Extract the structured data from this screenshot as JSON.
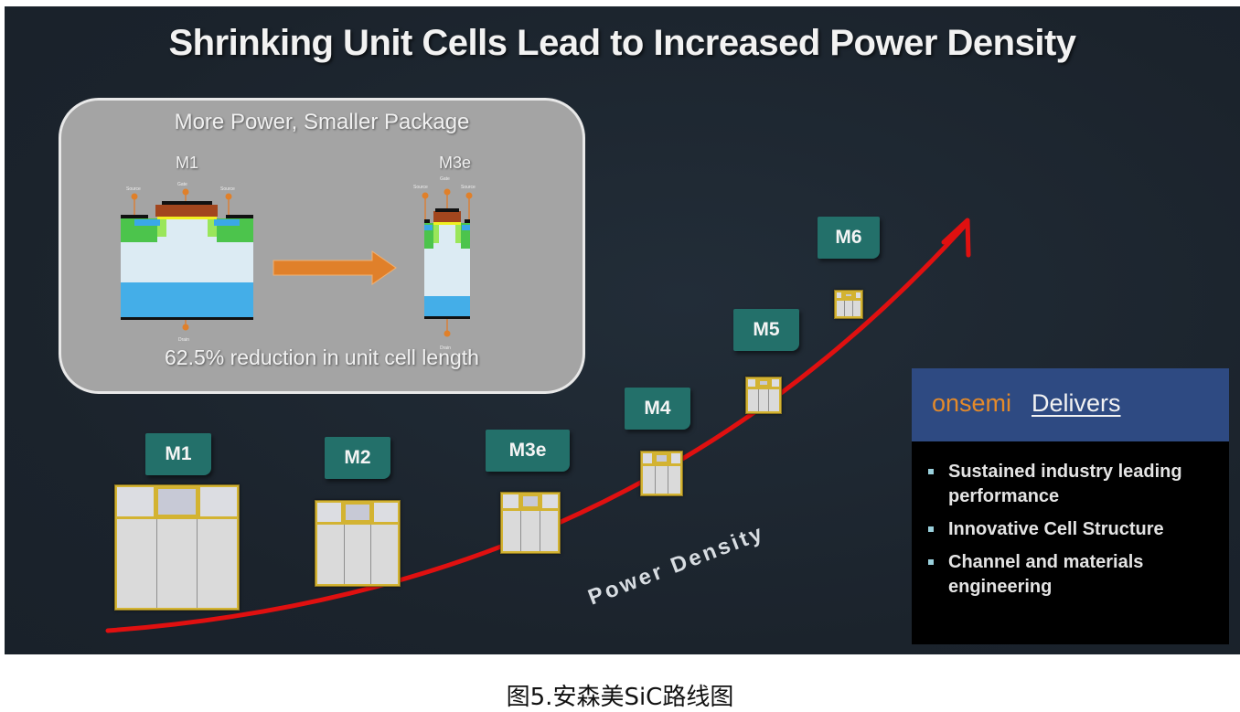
{
  "slide": {
    "title": "Shrinking Unit Cells Lead to Increased Power Density",
    "inset_panel": {
      "title": "More Power, Smaller Package",
      "left_cell": {
        "label": "M1",
        "terminals": {
          "gate": "Gate",
          "source_left": "Source",
          "source_right": "Source",
          "drain": "Drain"
        }
      },
      "right_cell": {
        "label": "M3e",
        "terminals": {
          "gate": "Gate",
          "source_left": "Source",
          "source_right": "Source",
          "drain": "Drain"
        }
      },
      "arrow_icon": "right-arrow",
      "reduction_text": "62.5% reduction in unit cell length",
      "reduction_percent": 62.5
    },
    "generations": [
      {
        "label": "M1"
      },
      {
        "label": "M2"
      },
      {
        "label": "M3e"
      },
      {
        "label": "M4"
      },
      {
        "label": "M5"
      },
      {
        "label": "M6"
      }
    ],
    "trend": {
      "label": "Power Density",
      "color": "#e01010",
      "icon": "curved-arrow-up"
    },
    "delivers_box": {
      "brand": "onsemi",
      "heading": "Delivers",
      "brand_color": "#e48a2a",
      "header_color": "#2e4a82",
      "bullets": [
        "Sustained industry leading performance",
        "Innovative Cell Structure",
        "Channel and materials engineering"
      ]
    },
    "colors": {
      "tag": "#23706a",
      "background": "#1d2630",
      "chip_frame": "#d3b332"
    }
  },
  "caption": "图5.安森美SiC路线图"
}
